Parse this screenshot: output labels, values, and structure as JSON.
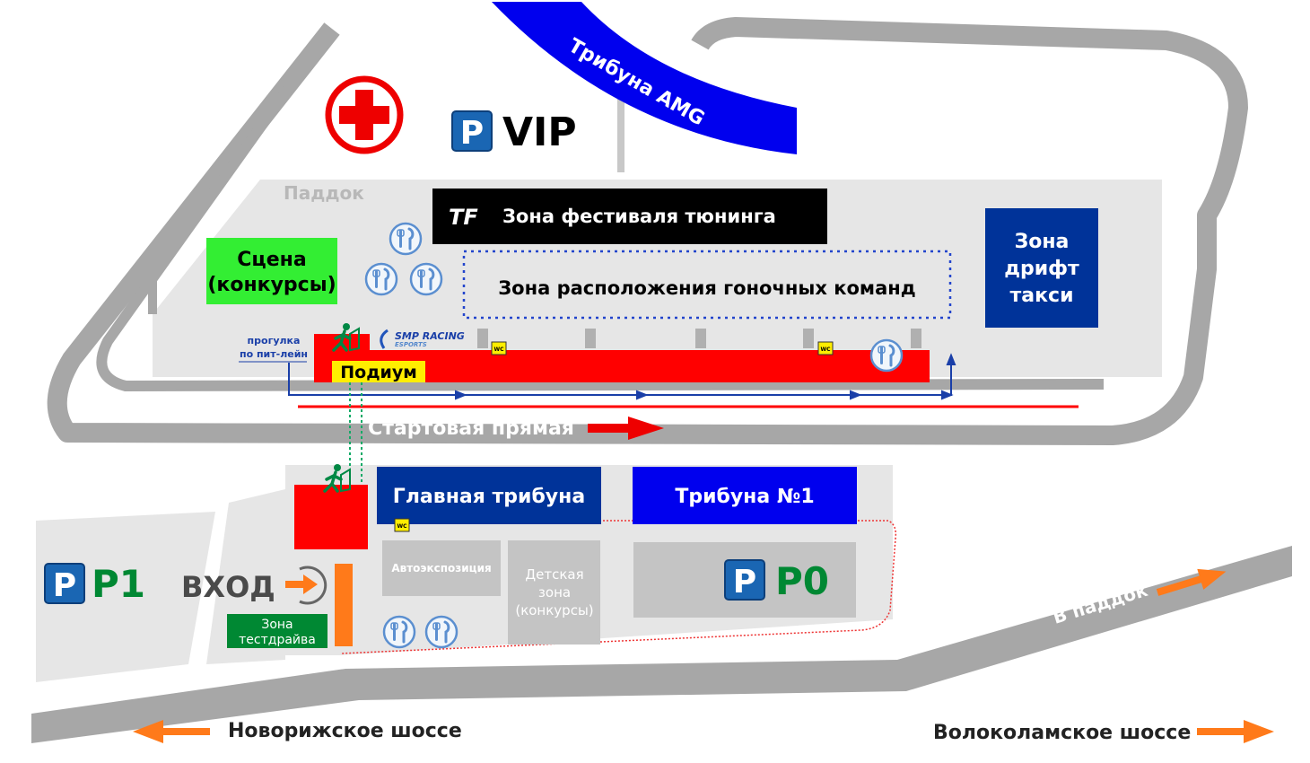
{
  "tribunes": {
    "amg": "Трибуна AMG",
    "main": "Главная трибуна",
    "no1": "Трибуна №1"
  },
  "parking": {
    "p_letter": "P",
    "vip": "VIP",
    "p1": "P1",
    "p0": "P0"
  },
  "paddock": {
    "label": "Паддок",
    "tuning_logo": "TF",
    "tuning_zone": "Зона фестиваля тюнинга",
    "race_teams_zone": "Зона расположения гоночных команд",
    "stage_line1": "Сцена",
    "stage_line2": "(конкурсы)",
    "drift_line1": "Зона",
    "drift_line2": "дрифт",
    "drift_line3": "такси",
    "pitwalk_line1": "прогулка",
    "pitwalk_line2": "по пит-лейн",
    "smp_line1": "SMP RACING",
    "smp_line2": "ESPORTS",
    "podium": "Подиум",
    "wc": "WC"
  },
  "track": {
    "start_straight": "Стартовая прямая",
    "to_paddock": "В паддок"
  },
  "lower_zone": {
    "entrance": "ВХОД",
    "testdrive_line1": "Зона",
    "testdrive_line2": "тестдрайва",
    "auto_expo": "Автоэкспозиция",
    "kids_line1": "Детская",
    "kids_line2": "зона",
    "kids_line3": "(конкурсы)"
  },
  "roads": {
    "novorizhskoe": "Новорижское шоссе",
    "volokolamskoe": "Волоколамское шоссе"
  },
  "icons": {
    "first_aid": "first-aid-cross-icon",
    "food": "fork-knife-icon",
    "walker": "walking-person-icon",
    "parking": "parking-icon",
    "arrow": "arrow-right-icon"
  },
  "colors": {
    "track_gray": "#a7a7a7",
    "zone_gray": "#e6e6e6",
    "box_gray": "#c4c4c4",
    "red": "#ff0000",
    "blue_dark": "#003399",
    "blue_bright": "#0000ee",
    "green": "#33ee33",
    "green_dark": "#008833",
    "orange": "#ff7a1a",
    "yellow": "#ffee00"
  }
}
